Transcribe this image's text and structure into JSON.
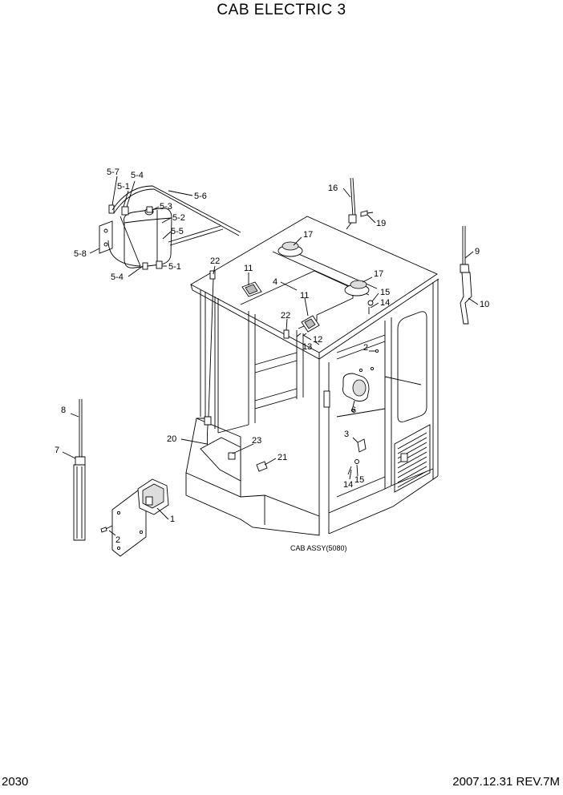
{
  "title": "CAB ELECTRIC 3",
  "page_number": "2030",
  "revision": "2007.12.31  REV.7M",
  "assembly_caption": "CAB ASSY(5080)",
  "callouts": {
    "c5_7": "5-7",
    "c5_4a": "5-4",
    "c5_1a": "5-1",
    "c5_6": "5-6",
    "c5_3": "5-3",
    "c5_2": "5-2",
    "c5_5": "5-5",
    "c5_8": "5-8",
    "c5_1b": "5-1",
    "c5_4b": "5-4",
    "c16": "16",
    "c19": "19",
    "c9": "9",
    "c10": "10",
    "c22a": "22",
    "c17a": "17",
    "c11a": "11",
    "c4": "4",
    "c17b": "17",
    "c15a": "15",
    "c14a": "14",
    "c11b": "11",
    "c22b": "22",
    "c12": "12",
    "c13": "13",
    "c2a": "2",
    "c6": "6",
    "c3": "3",
    "c14b": "14",
    "c15b": "15",
    "c8": "8",
    "c7": "7",
    "c20": "20",
    "c23": "23",
    "c21": "21",
    "c1": "1",
    "c2b": "2"
  }
}
